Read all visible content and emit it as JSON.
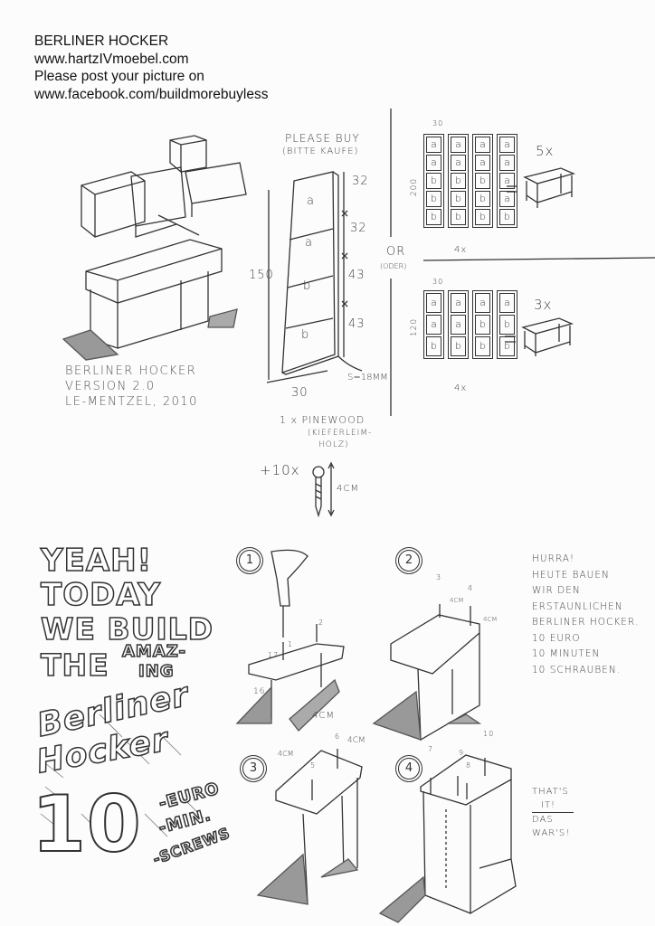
{
  "header": {
    "title": "BERLINER HOCKER",
    "website": "www.hartzIVmoebel.com",
    "post_prompt": "Please post your picture on",
    "facebook": "www.facebook.com/buildmorebuyless"
  },
  "caption": {
    "line1": "BERLINER HOCKER",
    "line2": "VERSION 2.0",
    "line3": "LE-MENTZEL, 2010"
  },
  "shopping": {
    "title": "PLEASE BUY",
    "title_de": "(BITTE KAUFE)",
    "board_height": "150",
    "board_width": "30",
    "segments": [
      {
        "label": "a",
        "length": "32"
      },
      {
        "label": "a",
        "length": "32"
      },
      {
        "label": "b",
        "length": "43"
      },
      {
        "label": "b",
        "length": "43"
      }
    ],
    "thickness": "S=18MM",
    "material_line1": "1 x PINEWOOD",
    "material_line2": "(KIEFERLEIM-",
    "material_line3": "HOLZ)",
    "screws_count": "+10x",
    "screw_length": "4CM"
  },
  "options": {
    "or": "OR",
    "or_de": "(ODER)",
    "option1": {
      "width": "30",
      "height": "200",
      "boards": "4x",
      "result": "5x",
      "columns": [
        [
          "a",
          "a",
          "b",
          "b",
          "b"
        ],
        [
          "a",
          "a",
          "b",
          "b",
          "b"
        ],
        [
          "a",
          "a",
          "b",
          "b",
          "b"
        ],
        [
          "a",
          "a",
          "a",
          "a",
          "b"
        ]
      ]
    },
    "option2": {
      "width": "30",
      "height": "120",
      "boards": "4x",
      "result": "3x",
      "columns": [
        [
          "a",
          "a",
          "b"
        ],
        [
          "a",
          "a",
          "b"
        ],
        [
          "a",
          "b",
          "b"
        ],
        [
          "a",
          "b",
          "b"
        ]
      ]
    }
  },
  "poster": {
    "line1": "YEAH!",
    "line2": "TODAY",
    "line3": "WE BUILD",
    "line4a": "THE",
    "line4b": "AMAZ-",
    "line4c": "ING",
    "line5": "Berliner",
    "line6": "Hocker",
    "number": "10",
    "unit1": "-EURO",
    "unit2": "-MIN.",
    "unit3": "-SCREWS"
  },
  "steps": [
    {
      "number": "1",
      "labels": [
        "1",
        "2",
        "17",
        "16",
        "4CM"
      ]
    },
    {
      "number": "2",
      "labels": [
        "3",
        "4",
        "4CM",
        "4CM"
      ]
    },
    {
      "number": "3",
      "labels": [
        "5",
        "6",
        "4CM",
        "4CM"
      ]
    },
    {
      "number": "4",
      "labels": [
        "7",
        "8",
        "9",
        "10"
      ]
    }
  ],
  "notes": {
    "lines": [
      "HURRA!",
      "HEUTE BAUEN",
      "WIR DEN",
      "ERSTAUNLICHEN",
      "BERLINER HOCKER.",
      "10 EURO",
      "10 MINUTEN",
      "10 SCHRAUBEN."
    ],
    "end1": "THAT'S",
    "end2": "IT!",
    "end3": "DAS",
    "end4": "WAR'S!"
  }
}
